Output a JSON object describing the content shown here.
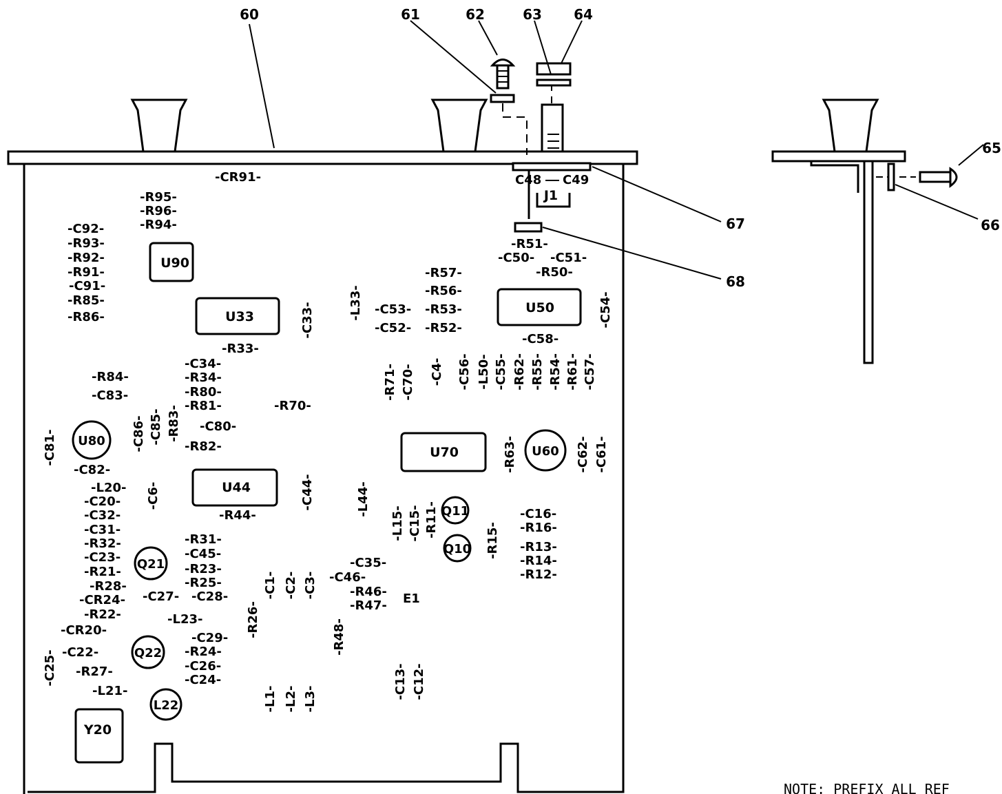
{
  "callouts": [
    {
      "id": "60"
    },
    {
      "id": "61"
    },
    {
      "id": "62"
    },
    {
      "id": "63"
    },
    {
      "id": "64"
    },
    {
      "id": "65"
    },
    {
      "id": "66"
    },
    {
      "id": "67"
    },
    {
      "id": "68"
    }
  ],
  "components": [
    "U90",
    "U33",
    "U50",
    "U70",
    "U60",
    "U80",
    "U44",
    "Q11",
    "Q10",
    "Q21",
    "Q22",
    "L22",
    "Y20",
    "J1"
  ],
  "refdes_h": [
    "-CR91-",
    "-R95-",
    "-R96-",
    "-R94-",
    "-C92-",
    "-R93-",
    "-R92-",
    "-R91-",
    "-C91-",
    "-R85-",
    "-R86-",
    "-R57-",
    "-R56-",
    "-C53-",
    "-R53-",
    "-C52-",
    "-R52-",
    "-R51-",
    "-C50-",
    "-C51-",
    "-R50-",
    "C48",
    "C49",
    "-R33-",
    "-C34-",
    "-R34-",
    "-R84-",
    "-R80-",
    "-C83-",
    "-R81-",
    "-R70-",
    "-C80-",
    "-R82-",
    "-C58-",
    "-C82-",
    "-L20-",
    "-C20-",
    "-C32-",
    "-C31-",
    "-R32-",
    "-C23-",
    "-R21-",
    "-R28-",
    "-CR24-",
    "-R22-",
    "-CR20-",
    "-C22-",
    "-R27-",
    "-L21-",
    "-R44-",
    "-R31-",
    "-C45-",
    "-R23-",
    "-R25-",
    "-C27-",
    "-C28-",
    "-L23-",
    "-C29-",
    "-R24-",
    "-C26-",
    "-C24-",
    "-C35-",
    "-C46-",
    "-R46-",
    "-R47-",
    "E1",
    "-C16-",
    "-R16-",
    "-R13-",
    "-R14-",
    "-R12-"
  ],
  "refdes_v": [
    "-C33-",
    "-L33-",
    "-C54-",
    "-R71-",
    "-C70-",
    "-C4-",
    "-C56-",
    "-L50-",
    "-C55-",
    "-R62-",
    "-R55-",
    "-R54-",
    "-R61-",
    "-C57-",
    "-C86-",
    "-C85-",
    "-R83-",
    "-C81-",
    "-R63-",
    "-C62-",
    "-C61-",
    "-C6-",
    "-C44-",
    "-L44-",
    "-L15-",
    "-C15-",
    "-R11-",
    "-R15-",
    "-C1-",
    "-C2-",
    "-C3-",
    "-R26-",
    "-R48-",
    "-C25-",
    "-C13-",
    "-C12-",
    "-L1-",
    "-L2-",
    "-L3-"
  ],
  "note": "NOTE: PREFIX ALL REF"
}
